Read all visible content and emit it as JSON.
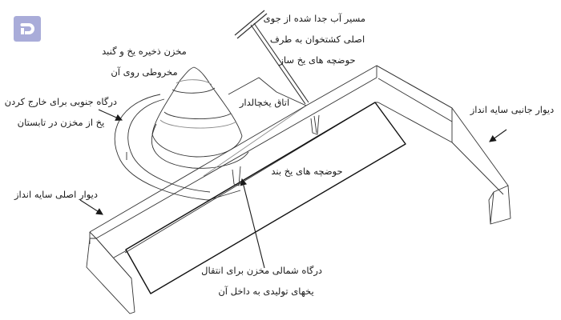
{
  "diagram": {
    "title": "Yakhchal (ancient ice house) isometric diagram",
    "logo": {
      "icon": "brand-logo-icon",
      "color": "#a9acd9"
    },
    "line_color": "#1a1a1a",
    "labels": {
      "water_channel": {
        "line1": "مسیر آب جدا شده از جوی",
        "line2": "اصلی کشتخوان به طرف",
        "line3": "حوضچه های یخ ساز"
      },
      "storage_dome": {
        "line1": "مخزن ذخیره یخ و گنبد",
        "line2": "مخروطی روی آن"
      },
      "south_gate": {
        "line1": "درگاه جنوبی برای خارج کردن",
        "line2": "یخ از مخزن  در تابستان"
      },
      "cold_room": {
        "line1": "اتاق یخچالدار"
      },
      "side_wall": {
        "line1": "دیوار  جانبی سایه انداز"
      },
      "ice_ponds": {
        "line1": "حوضچه های یخ بند"
      },
      "main_wall": {
        "line1": "دیوار  اصلی  سایه انداز"
      },
      "north_gate": {
        "line1": "درگاه شمالی مخزن برای انتقال",
        "line2": "یخهای تولیدی به داخل آن"
      }
    }
  }
}
